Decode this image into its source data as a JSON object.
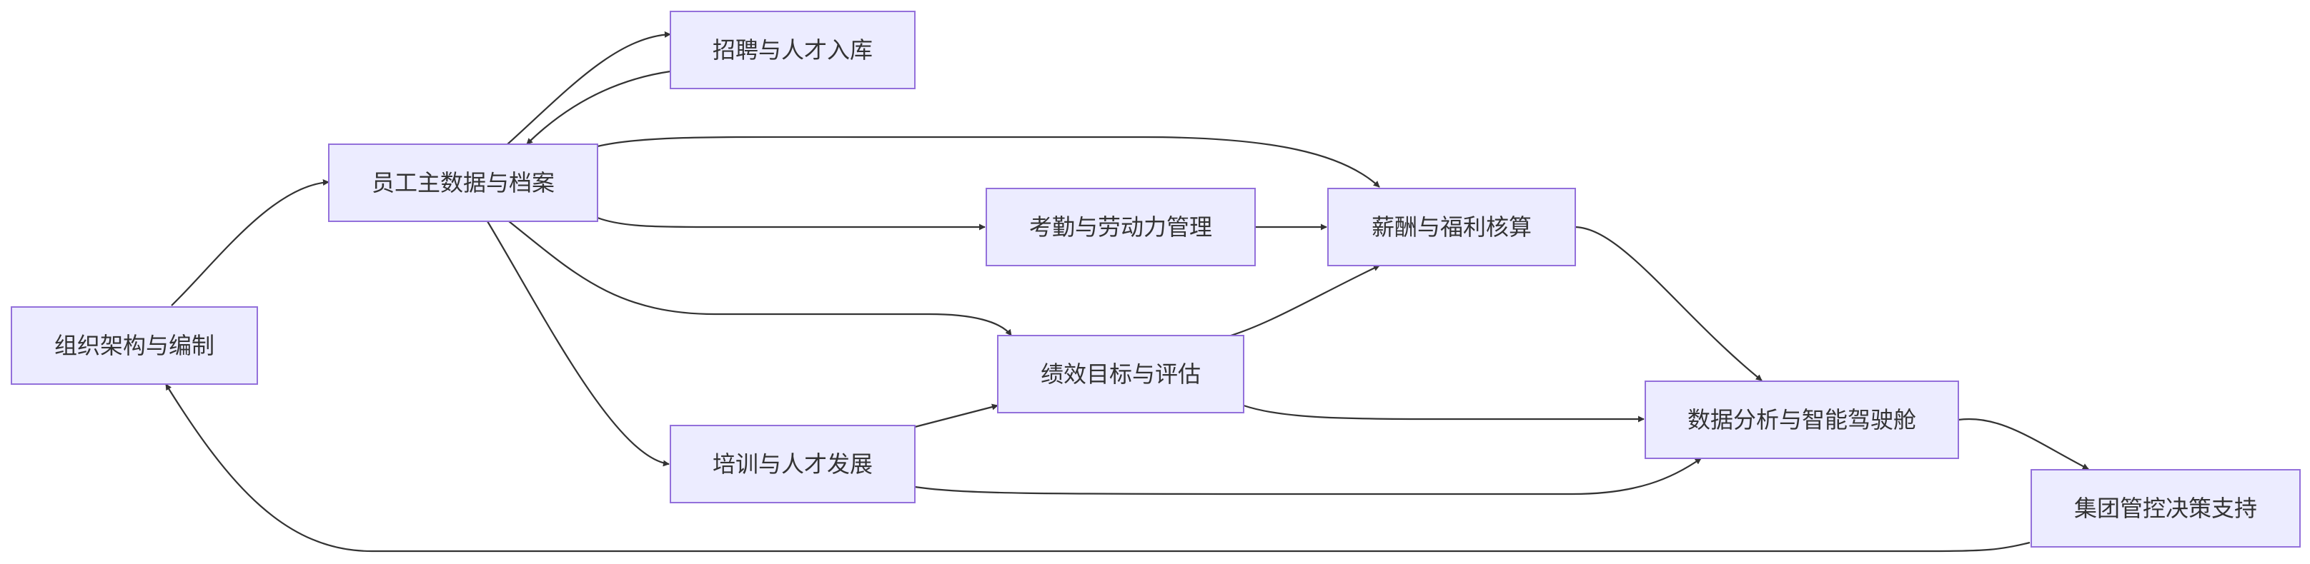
{
  "diagram": {
    "type": "flowchart",
    "colors": {
      "node_fill": "#ececff",
      "node_border": "#9370db",
      "edge": "#333333",
      "text": "#333333",
      "background": "#ffffff"
    },
    "nodes": [
      {
        "id": "org",
        "label": "组织架构与编制"
      },
      {
        "id": "emp",
        "label": "员工主数据与档案"
      },
      {
        "id": "rec",
        "label": "招聘与人才入库"
      },
      {
        "id": "att",
        "label": "考勤与劳动力管理"
      },
      {
        "id": "pay",
        "label": "薪酬与福利核算"
      },
      {
        "id": "perf",
        "label": "绩效目标与评估"
      },
      {
        "id": "train",
        "label": "培训与人才发展"
      },
      {
        "id": "ana",
        "label": "数据分析与智能驾驶舱"
      },
      {
        "id": "grp",
        "label": "集团管控决策支持"
      }
    ],
    "edges": [
      {
        "from": "org",
        "to": "emp"
      },
      {
        "from": "emp",
        "to": "rec"
      },
      {
        "from": "rec",
        "to": "emp"
      },
      {
        "from": "emp",
        "to": "pay"
      },
      {
        "from": "emp",
        "to": "att"
      },
      {
        "from": "att",
        "to": "pay"
      },
      {
        "from": "emp",
        "to": "perf"
      },
      {
        "from": "emp",
        "to": "train"
      },
      {
        "from": "perf",
        "to": "pay"
      },
      {
        "from": "pay",
        "to": "ana"
      },
      {
        "from": "perf",
        "to": "ana"
      },
      {
        "from": "train",
        "to": "perf"
      },
      {
        "from": "train",
        "to": "ana"
      },
      {
        "from": "ana",
        "to": "grp"
      },
      {
        "from": "grp",
        "to": "org"
      }
    ]
  }
}
